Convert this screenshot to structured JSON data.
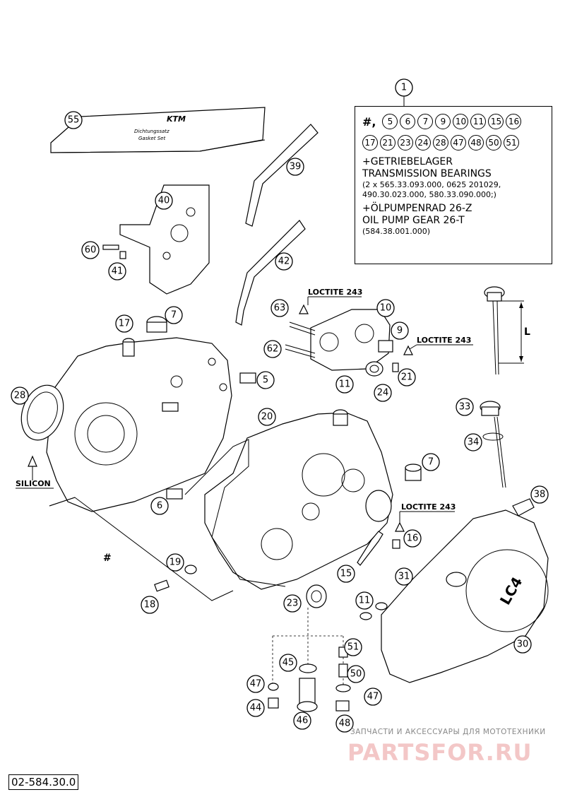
{
  "diagram_code": "02-584.30.0",
  "kit": {
    "number": "1",
    "hash": "#,",
    "row1": [
      "5",
      "6",
      "7",
      "9",
      "10",
      "11",
      "15",
      "16"
    ],
    "row2": [
      "17",
      "21",
      "23",
      "24",
      "28",
      "47",
      "48",
      "50",
      "51"
    ],
    "line1": "+GETRIEBELAGER",
    "line2": "TRANSMISSION BEARINGS",
    "line3": "(2 x 565.33.093.000, 0625 201029,",
    "line4": "490.30.023.000, 580.33.090.000;)",
    "line5": "+ÖLPUMPENRAD 26-Z",
    "line6": "OIL PUMP GEAR 26-T",
    "line7": "(584.38.001.000)"
  },
  "labels": {
    "loctite_a": "LOCTITE 243",
    "loctite_b": "LOCTITE 243",
    "loctite_c": "LOCTITE 243",
    "silicon": "SILICON",
    "dipstick_length": "L",
    "hash_mark": "#",
    "cover_logo": "LC4",
    "gasket_logo": "KTM",
    "gasket_line1": "Dichtungssatz",
    "gasket_line2": "Gasket Set"
  },
  "callouts": {
    "c55": "55",
    "c39": "39",
    "c40": "40",
    "c42": "42",
    "c60": "60",
    "c41": "41",
    "c17": "17",
    "c7a": "7",
    "c63": "63",
    "c10": "10",
    "c9": "9",
    "c62": "62",
    "c21": "21",
    "c11a": "11",
    "c24": "24",
    "c5": "5",
    "c28": "28",
    "c33": "33",
    "c34": "34",
    "c20": "20",
    "c7b": "7",
    "c38": "38",
    "c6": "6",
    "c16": "16",
    "c19": "19",
    "c15": "15",
    "c31": "31",
    "c18": "18",
    "c23": "23",
    "c11b": "11",
    "c30": "30",
    "c51": "51",
    "c45": "45",
    "c50": "50",
    "c47a": "47",
    "c47b": "47",
    "c44": "44",
    "c46": "46",
    "c48": "48"
  },
  "watermark": {
    "top": "ЗАПЧАСТИ И АКСЕССУАРЫ ДЛЯ МОТОТЕХНИКИ",
    "main": "PARTSFOR.RU"
  }
}
